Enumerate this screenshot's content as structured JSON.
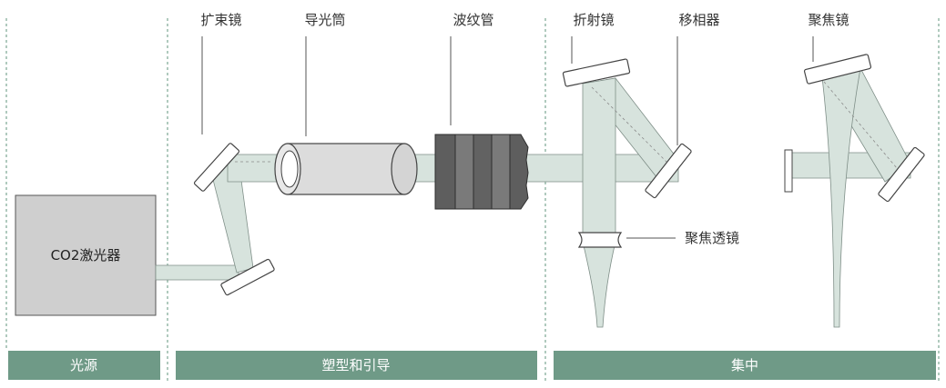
{
  "labels": {
    "beam_expander": "扩束镜",
    "light_guide": "导光筒",
    "bellows": "波纹管",
    "folding_mirror": "折射镜",
    "phase_shifter": "移相器",
    "focusing_mirror": "聚焦镜",
    "focusing_lens": "聚焦透镜",
    "laser": "CO2激光器"
  },
  "sections": {
    "source": "光源",
    "shaping": "塑型和引导",
    "focus": "集中"
  },
  "colors": {
    "section_bar": "#6f9a87",
    "divider": "#8fb3a3",
    "beam_fill": "#d7e3dd",
    "beam_stroke": "#7f8f88",
    "laser_box": "#cfcfcf",
    "tube": "#dcdcdc",
    "bellows": "#6b6b6b"
  }
}
